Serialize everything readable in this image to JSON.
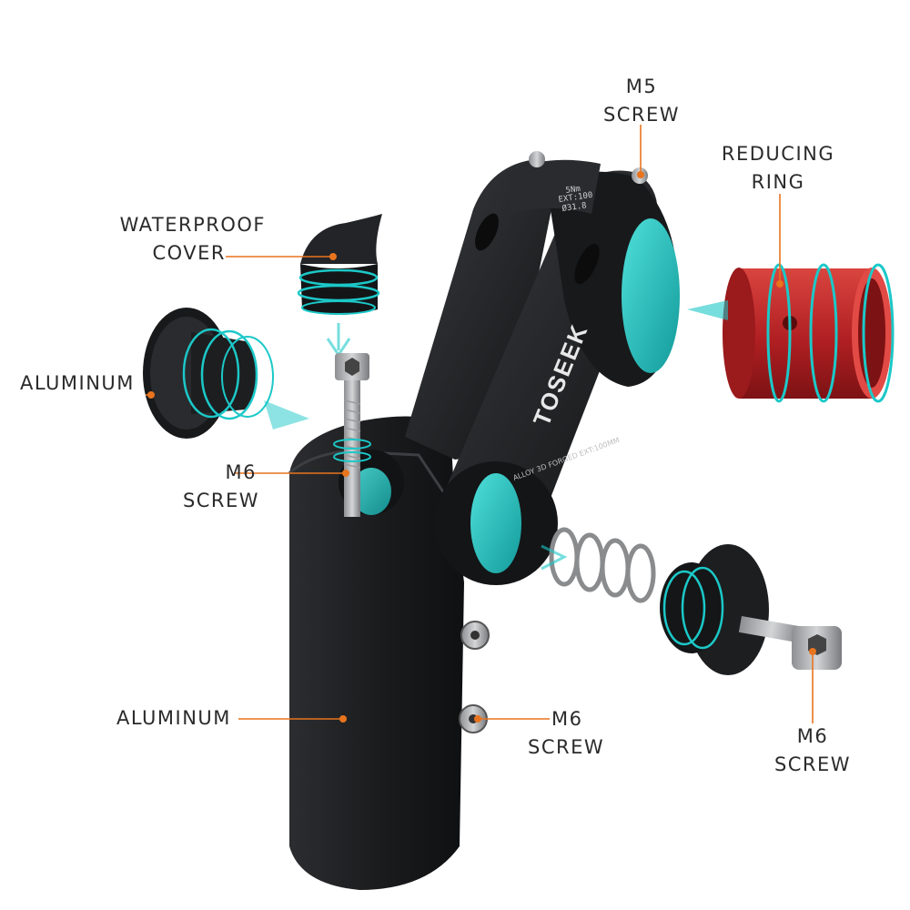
{
  "pagination": {
    "dots": [
      {
        "state": "inactive",
        "color": "#e2e2e2"
      },
      {
        "state": "active",
        "color": "#7a90b0"
      }
    ]
  },
  "brand_text": "TOSEEK",
  "stem_markings": {
    "top": [
      "5Nm",
      "EXT:100",
      "Ø31.8"
    ],
    "side": "ALLOY 3D FORGED EXT:100MM"
  },
  "colors": {
    "callout_line": "#e8741e",
    "callout_dot": "#e8741e",
    "label_text": "#2b2b2b",
    "accent_teal": "#1cc8c8",
    "stem_black": "#1e1f21",
    "reducing_ring_red": "#c0282a"
  },
  "callouts": {
    "m5_screw": {
      "line1": "M5",
      "line2": "SCREW"
    },
    "reducing_ring": {
      "line1": "REDUCING",
      "line2": "RING"
    },
    "waterproof_cover": {
      "line1": "WATERPROOF",
      "line2": "COVER"
    },
    "aluminum_cap": {
      "line1": "ALUMINUM"
    },
    "m6_screw_top": {
      "line1": "M6",
      "line2": "SCREW"
    },
    "aluminum_body": {
      "line1": "ALUMINUM"
    },
    "m6_screw_clamp": {
      "line1": "M6",
      "line2": "SCREW"
    },
    "m6_screw_hinge": {
      "line1": "M6",
      "line2": "SCREW"
    }
  }
}
